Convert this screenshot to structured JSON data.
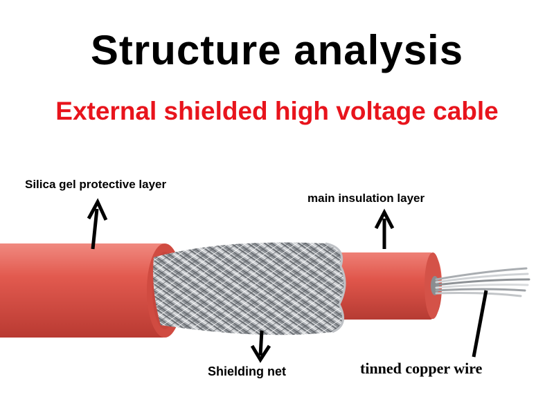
{
  "title": "Structure analysis",
  "subtitle": "External shielded high voltage cable",
  "colors": {
    "subtitle": "#e8141c",
    "jacket": "#e25a4f",
    "jacket_shadow": "#b93a32",
    "jacket_highlight": "#f08a80",
    "braid": "#9a9ea3",
    "braid_dark": "#55595e",
    "copper": "#b8bcc0"
  },
  "labels": {
    "silica": "Silica gel protective layer",
    "main_insulation": "main insulation layer",
    "shielding": "Shielding net",
    "copper": "tinned copper wire"
  },
  "icons": [
    "arrow-up-icon",
    "arrow-down-icon"
  ]
}
